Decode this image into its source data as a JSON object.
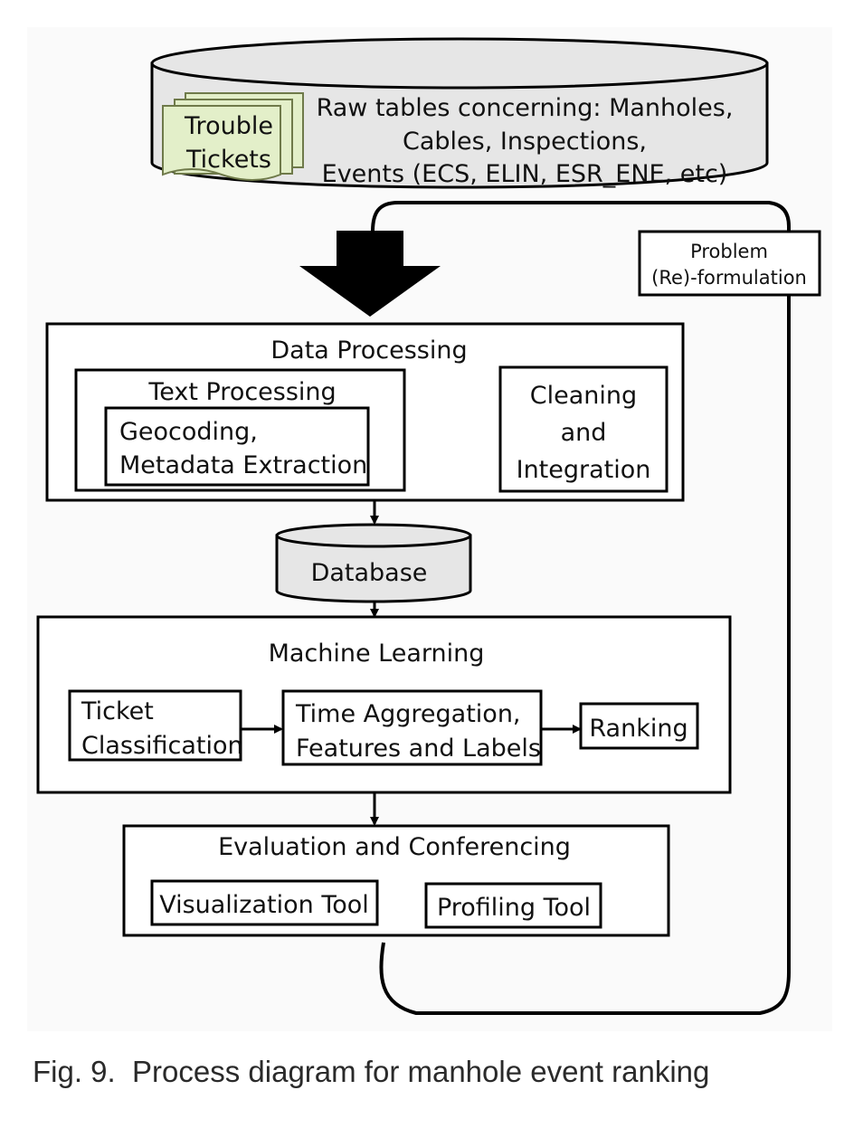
{
  "diagram": {
    "raw_tables": {
      "lines": [
        "Raw tables concerning: Manholes,",
        "Cables, Inspections,",
        "Events (ECS, ELIN, ESR_ENE, etc)"
      ]
    },
    "trouble_tickets": {
      "lines": [
        "Trouble",
        "Tickets"
      ]
    },
    "problem_reformulation": {
      "lines": [
        "Problem",
        "(Re)-formulation"
      ]
    },
    "data_processing": {
      "title": "Data Processing",
      "text_processing": {
        "title": "Text Processing",
        "inner_lines": [
          "Geocoding,",
          "Metadata Extraction"
        ]
      },
      "cleaning_lines": [
        "Cleaning",
        "and",
        "Integration"
      ]
    },
    "database": {
      "label": "Database"
    },
    "machine_learning": {
      "title": "Machine Learning",
      "ticket_classification_lines": [
        "Ticket",
        "Classification"
      ],
      "time_aggregation_lines": [
        "Time Aggregation,",
        "Features and Labels"
      ],
      "ranking": "Ranking"
    },
    "evaluation": {
      "title": "Evaluation and Conferencing",
      "visualization_tool": "Visualization Tool",
      "profiling_tool": "Profiling Tool"
    },
    "colors": {
      "cylinder_fill": "#e6e6e6",
      "ticket_fill": "#e3efc9",
      "ticket_stroke": "#6f7a4a",
      "background": "#fafafa",
      "stroke": "#000000"
    }
  },
  "caption": "Fig. 9.  Process diagram for manhole event ranking"
}
